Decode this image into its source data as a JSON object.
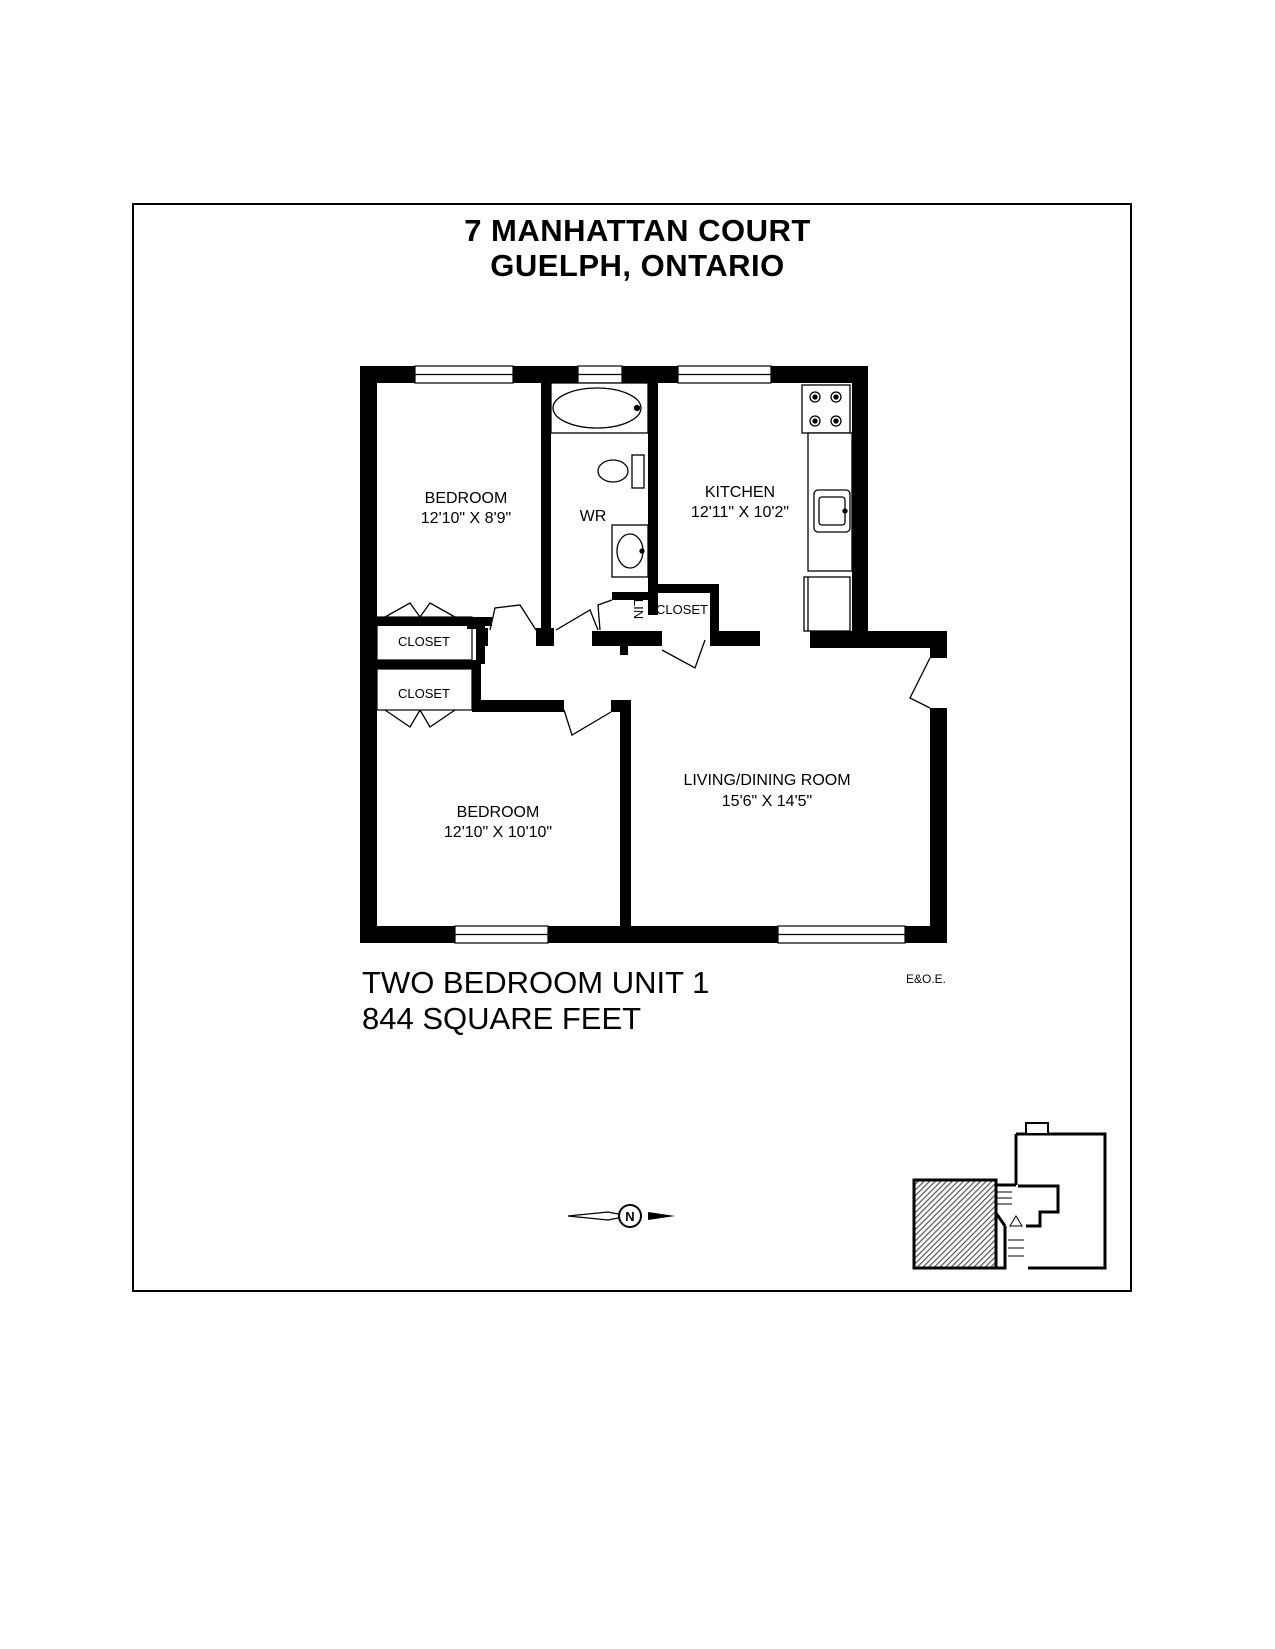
{
  "header": {
    "line1": "7 MANHATTAN COURT",
    "line2": "GUELPH, ONTARIO"
  },
  "rooms": {
    "bedroom1": {
      "name": "BEDROOM",
      "size": "12'10\" X 8'9\""
    },
    "wr": {
      "name": "WR"
    },
    "kitchen": {
      "name": "KITCHEN",
      "size": "12'11\" X 10'2\""
    },
    "lin": {
      "name": "LIN"
    },
    "closet_hall": {
      "name": "CLOSET"
    },
    "closet1": {
      "name": "CLOSET"
    },
    "closet2": {
      "name": "CLOSET"
    },
    "living": {
      "name": "LIVING/DINING ROOM",
      "size": "15'6\" X 14'5\""
    },
    "bedroom2": {
      "name": "BEDROOM",
      "size": "12'10\" X 10'10\""
    }
  },
  "unit": {
    "name": "TWO BEDROOM UNIT 1",
    "area": "844 SQUARE FEET"
  },
  "disclaimer": "E&O.E.",
  "compass": {
    "letter": "N"
  },
  "colors": {
    "wall": "#000000",
    "paper": "#ffffff",
    "hatch": "#555555"
  }
}
